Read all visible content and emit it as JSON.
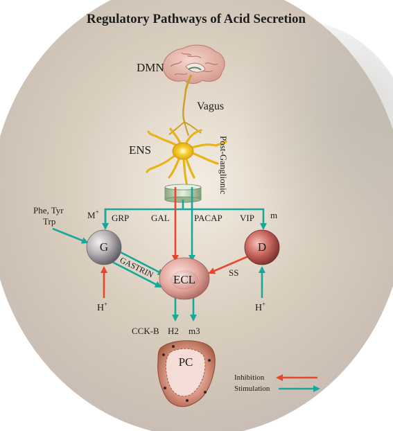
{
  "title": "Regulatory Pathways of Acid Secretion",
  "labels": {
    "dmn": "DMN",
    "vagus": "Vagus",
    "ens": "ENS",
    "post_ganglionic": "Post-Ganglionic",
    "m_plus": "M",
    "m_plus_sup": "+",
    "grp": "GRP",
    "gal": "GAL",
    "pacap": "PACAP",
    "vip": "VIP",
    "m": "m",
    "phe_tyr": "Phe, Tyr",
    "trp": "Trp",
    "gastrin": "GASTRIN",
    "ss": "SS",
    "h_left": "H",
    "h_right": "H",
    "h_sup": "+",
    "cckb": "CCK-B",
    "h2": "H2",
    "m3": "m3"
  },
  "cells": {
    "g": "G",
    "ecl": "ECL",
    "d": "D",
    "pc": "PC"
  },
  "legend": {
    "inhibition": "Inhibition",
    "stimulation": "Stimulation"
  },
  "colors": {
    "inhibition": "#e8462a",
    "stimulation": "#17a89a",
    "neuron": "#f2c21b",
    "axon": "#c9a227",
    "brain": "#e9b9ad",
    "g_cell": "#b9b3b5",
    "ecl_cell": "#e0a49b",
    "d_cell": "#c45a51",
    "pc_cell": "#d78c72"
  }
}
